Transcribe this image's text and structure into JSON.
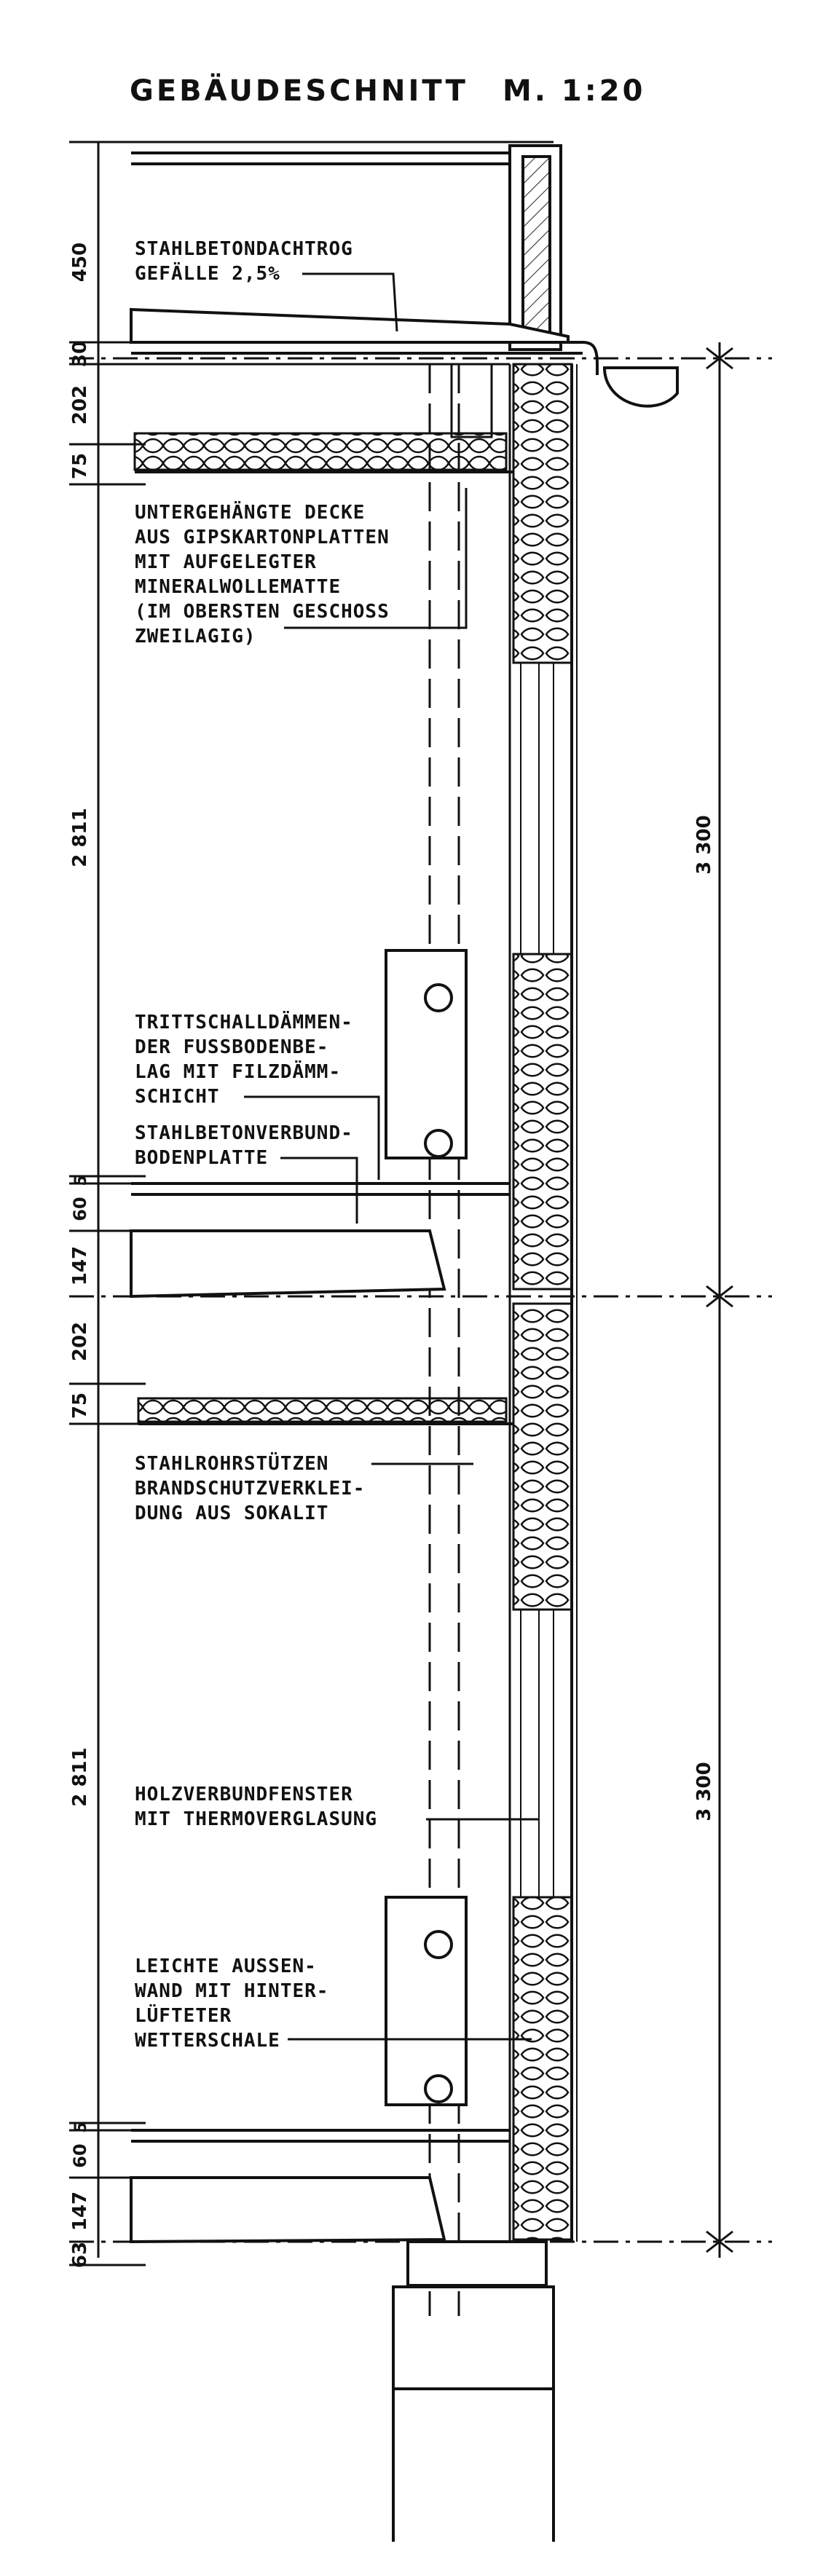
{
  "title": "GEBÄUDESCHNITT",
  "scale": "M. 1:20",
  "dimensions_left": [
    "450",
    "30",
    "202",
    "75",
    "2 811",
    "5",
    "60",
    "147",
    "202",
    "75",
    "2 811",
    "5",
    "60",
    "147",
    "63"
  ],
  "dimensions_right": [
    "3 300",
    "3 300"
  ],
  "annotations": {
    "roof": [
      "STAHLBETONDACHTROG",
      "GEFÄLLE 2,5%"
    ],
    "ceiling": [
      "UNTERGEHÄNGTE DECKE",
      "AUS GIPSKARTONPLATTEN",
      "MIT AUFGELEGTER",
      "MINERALWOLLEMATTE",
      "(IM OBERSTEN GESCHOSS",
      "ZWEILAGIG)"
    ],
    "impact_sound": [
      "TRITTSCHALLDÄMMEN-",
      "DER FUSSBODENBE-",
      "LAG MIT FILZDÄMM-",
      "SCHICHT"
    ],
    "slab": [
      "STAHLBETONVERBUND-",
      "BODENPLATTE"
    ],
    "column": [
      "STAHLROHRSTÜTZEN",
      "BRANDSCHUTZVERKLEI-",
      "DUNG AUS SOKALIT"
    ],
    "window": [
      "HOLZVERBUNDFENSTER",
      "MIT THERMOVERGLASUNG"
    ],
    "wall": [
      "LEICHTE AUSSEN-",
      "WAND MIT HINTER-",
      "LÜFTETER",
      "WETTERSCHALE"
    ]
  }
}
